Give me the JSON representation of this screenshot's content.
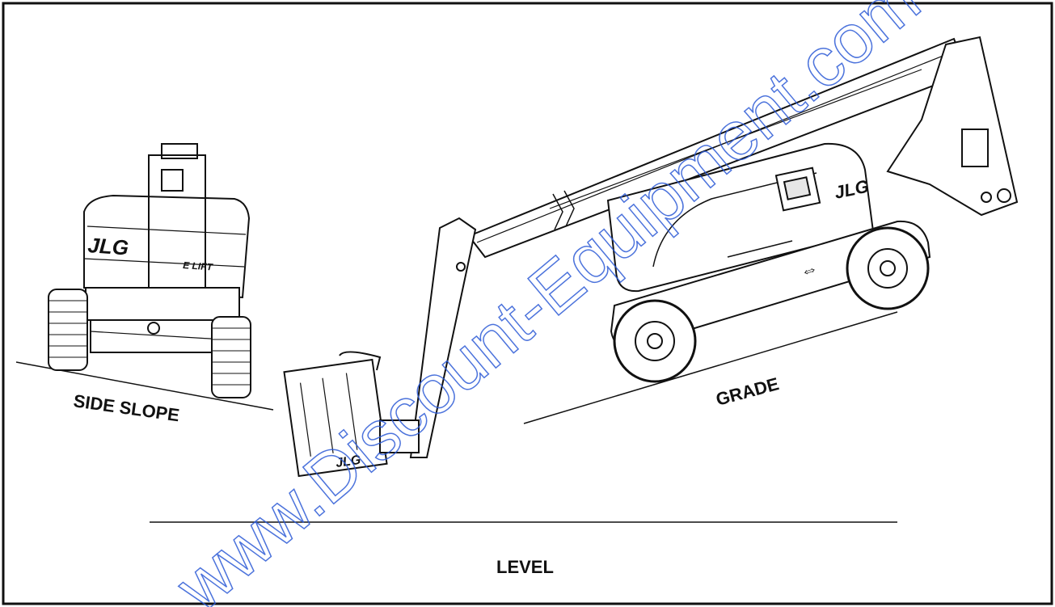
{
  "labels": {
    "side_slope": "SIDE SLOPE",
    "grade": "GRADE",
    "level": "LEVEL"
  },
  "logos": {
    "brand": "JLG",
    "model_text": "E LIFT"
  },
  "watermark": {
    "text": "www.Discount-Equipment.com",
    "color": "#2d5bd6"
  },
  "colors": {
    "line": "#111111",
    "fill": "#ffffff",
    "panel": "#e6e6e6"
  }
}
